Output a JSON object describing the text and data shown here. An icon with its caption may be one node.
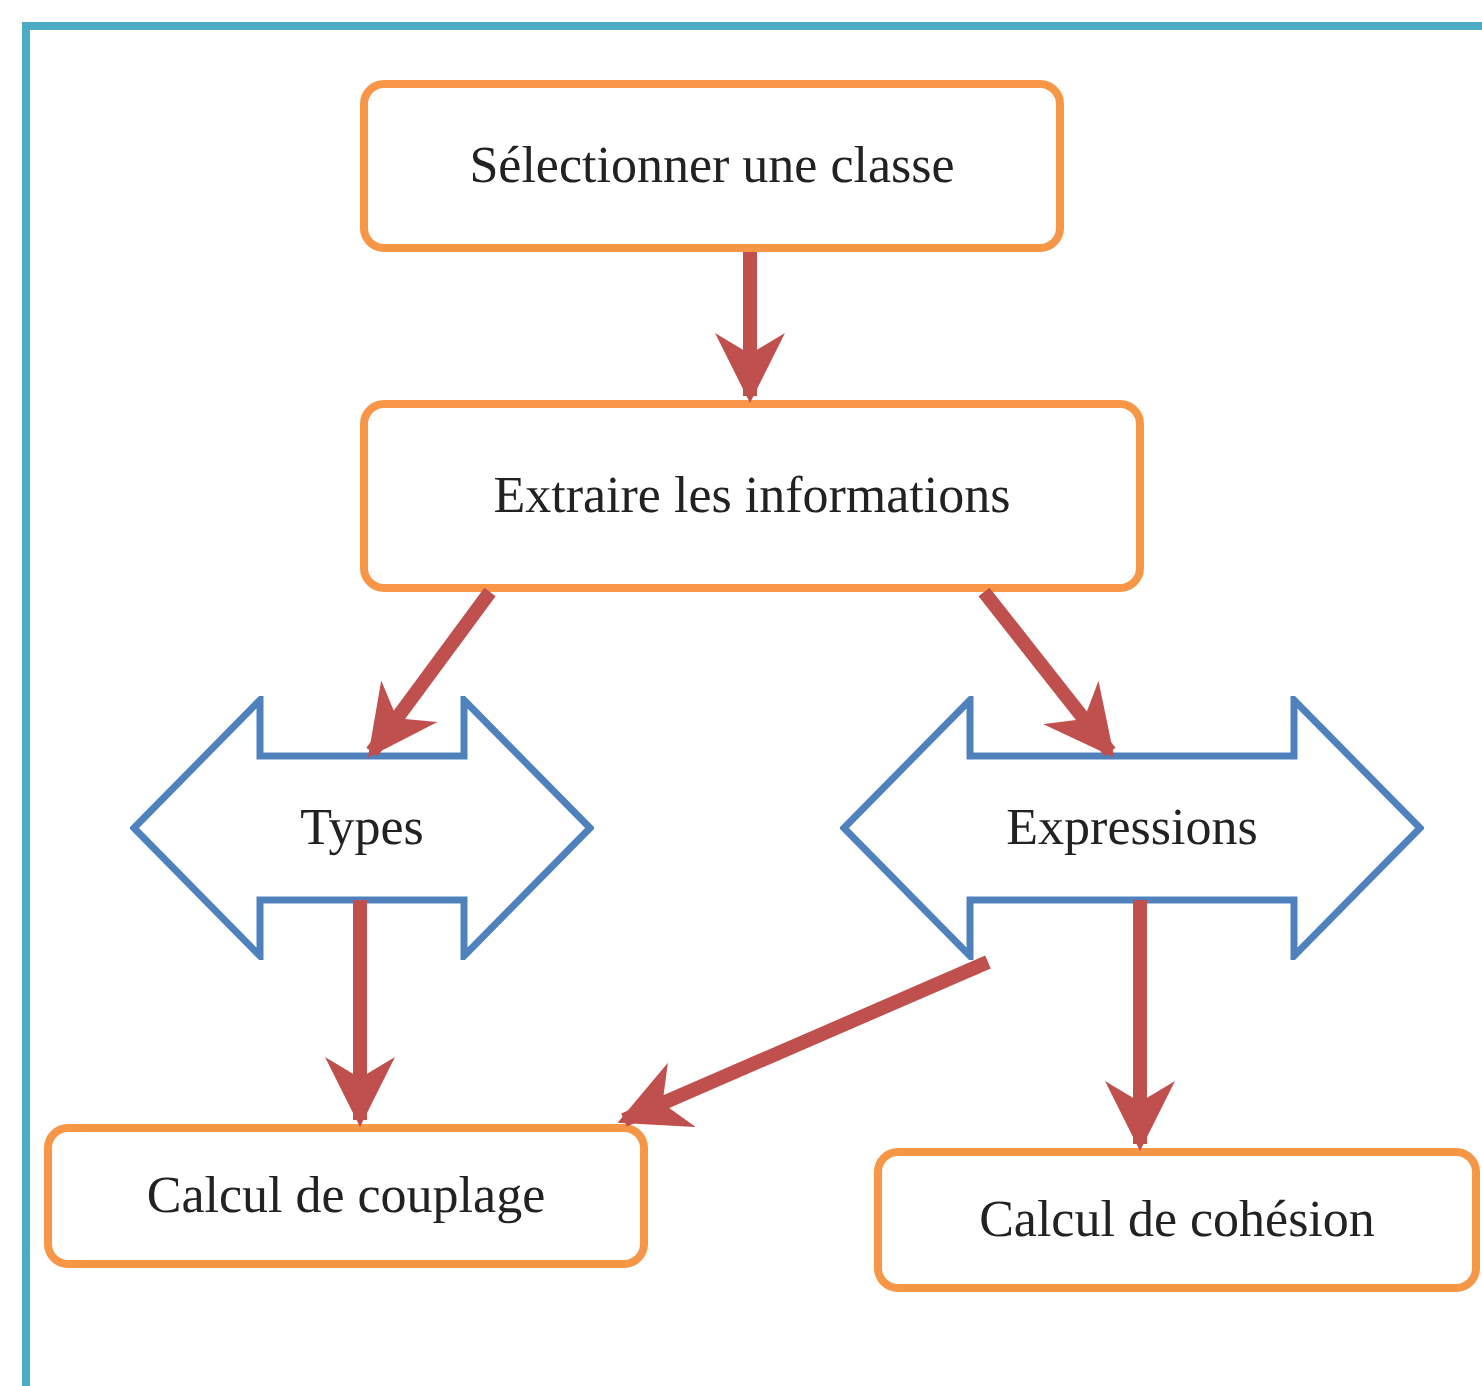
{
  "diagram": {
    "nodes": [
      {
        "text": [
          "Sélectionner une classe"
        ]
      },
      {
        "text": [
          "Extraire les informations"
        ]
      },
      {
        "text": [
          "Types"
        ]
      },
      {
        "text": [
          "Expressions"
        ]
      },
      {
        "text": [
          "Calcul de couplage"
        ]
      },
      {
        "text": [
          "Calcul de cohésion"
        ]
      }
    ],
    "edges": [
      {
        "from": 0,
        "to": 1,
        "arrow": "to"
      },
      {
        "from": 1,
        "to": 2,
        "arrow": "to"
      },
      {
        "from": 1,
        "to": 3,
        "arrow": "to"
      },
      {
        "from": 2,
        "to": 4,
        "arrow": "to"
      },
      {
        "from": 3,
        "to": 4,
        "arrow": "to"
      },
      {
        "from": 3,
        "to": 5,
        "arrow": "to"
      }
    ]
  }
}
